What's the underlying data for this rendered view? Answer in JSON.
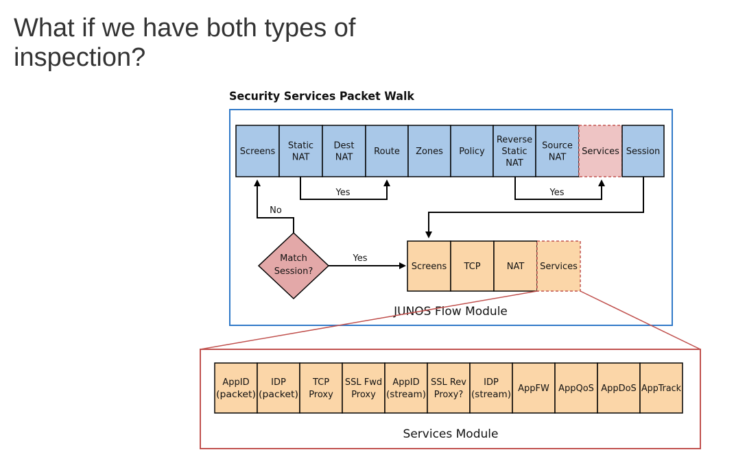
{
  "slide": {
    "title_line1": "What if we have both types of",
    "title_line2": "inspection?"
  },
  "diagram": {
    "heading": "Security Services Packet Walk",
    "packet_walk": [
      {
        "lines": [
          "Screens"
        ],
        "style": "blue"
      },
      {
        "lines": [
          "Static",
          "NAT"
        ],
        "style": "blue"
      },
      {
        "lines": [
          "Dest",
          "NAT"
        ],
        "style": "blue"
      },
      {
        "lines": [
          "Route"
        ],
        "style": "blue"
      },
      {
        "lines": [
          "Zones"
        ],
        "style": "blue"
      },
      {
        "lines": [
          "Policy"
        ],
        "style": "blue"
      },
      {
        "lines": [
          "Reverse",
          "Static",
          "NAT"
        ],
        "style": "blue"
      },
      {
        "lines": [
          "Source",
          "NAT"
        ],
        "style": "blue"
      },
      {
        "lines": [
          "Services"
        ],
        "style": "pink-dashed"
      },
      {
        "lines": [
          "Session"
        ],
        "style": "blue"
      }
    ],
    "yes_label_left": "Yes",
    "yes_label_right": "Yes",
    "no_label": "No",
    "decision": [
      "Match",
      "Session?"
    ],
    "decision_yes": "Yes",
    "flow_module": {
      "label": "JUNOS Flow Module",
      "blocks": [
        {
          "lines": [
            "Screens"
          ],
          "style": "orange"
        },
        {
          "lines": [
            "TCP"
          ],
          "style": "orange"
        },
        {
          "lines": [
            "NAT"
          ],
          "style": "orange"
        },
        {
          "lines": [
            "Services"
          ],
          "style": "orange-dashed"
        }
      ]
    },
    "services_module": {
      "label": "Services Module",
      "blocks": [
        {
          "lines": [
            "AppID",
            "(packet)"
          ]
        },
        {
          "lines": [
            "IDP",
            "(packet)"
          ]
        },
        {
          "lines": [
            "TCP",
            "Proxy"
          ]
        },
        {
          "lines": [
            "SSL Fwd",
            "Proxy"
          ]
        },
        {
          "lines": [
            "AppID",
            "(stream)"
          ]
        },
        {
          "lines": [
            "SSL Rev",
            "Proxy?"
          ]
        },
        {
          "lines": [
            "IDP",
            "(stream)"
          ]
        },
        {
          "lines": [
            "AppFW"
          ]
        },
        {
          "lines": [
            "AppQoS"
          ]
        },
        {
          "lines": [
            "AppDoS"
          ]
        },
        {
          "lines": [
            "AppTrack"
          ]
        }
      ]
    },
    "colors": {
      "blue_fill": "#a9c8e8",
      "pink_fill": "#eec4c4",
      "orange_fill": "#fbd6a8",
      "frame_blue": "#2f78c8",
      "frame_red": "#c0504d",
      "diamond_fill": "#e3a8a8"
    }
  }
}
